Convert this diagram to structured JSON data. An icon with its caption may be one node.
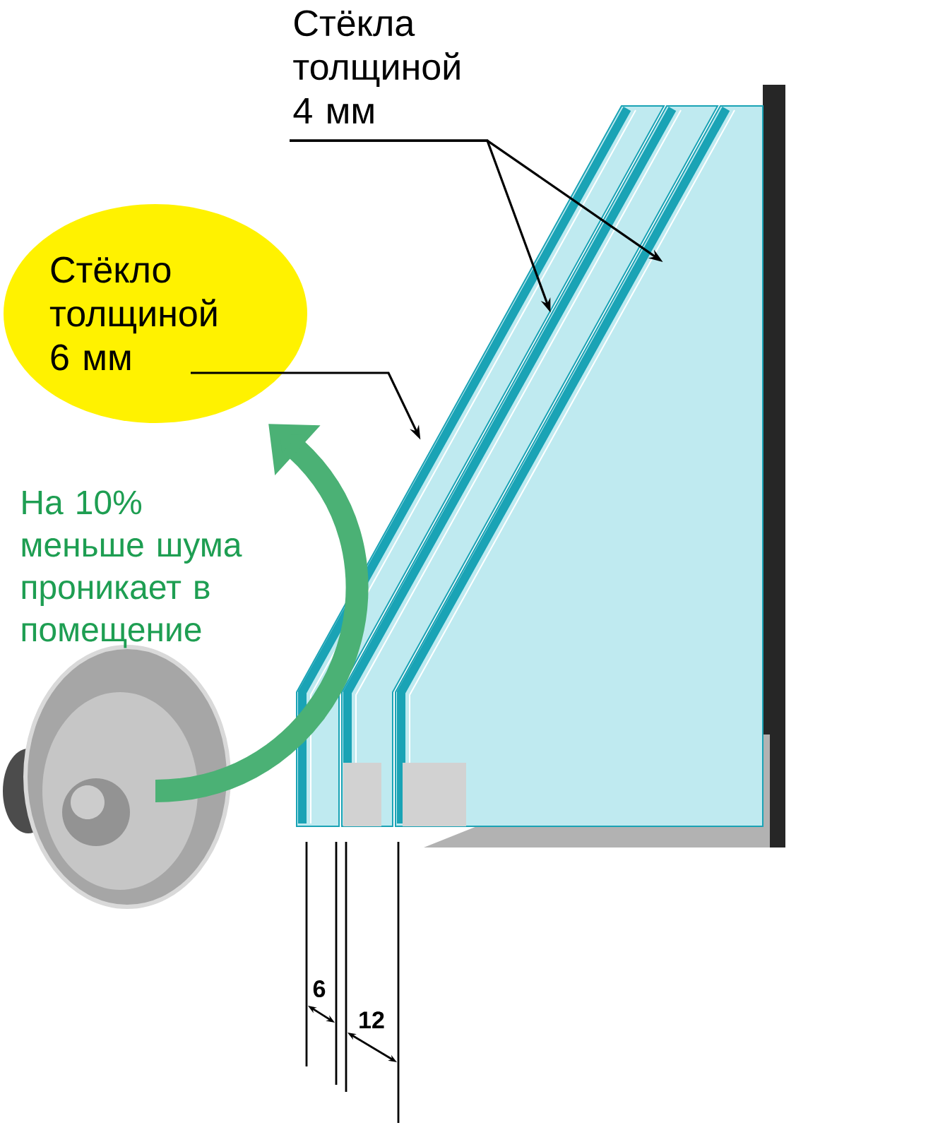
{
  "diagram": {
    "nodes": [
      {
        "text": [
          "Стёкла толщиной 4 мм"
        ]
      },
      {
        "text": [
          "Стёкло толщиной 6 мм"
        ]
      },
      {
        "text": [
          "На 10% меньше шума проникает в помещение"
        ]
      },
      {
        "text": [],
        "shape": "picture"
      },
      {
        "text": [],
        "shape": "picture"
      },
      {
        "text": [],
        "shape": "picture"
      }
    ],
    "edges": [
      {
        "from": 0,
        "to": 4,
        "arrow": "to"
      },
      {
        "from": 0,
        "to": 5,
        "arrow": "to"
      },
      {
        "from": 1,
        "to": 3,
        "arrow": "to"
      }
    ],
    "labels": [
      "6",
      "12"
    ]
  }
}
